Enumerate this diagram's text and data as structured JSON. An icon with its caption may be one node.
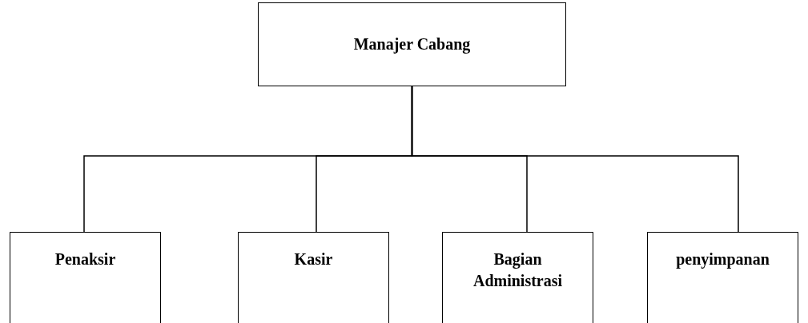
{
  "diagram": {
    "nodes": [
      {
        "text": [
          "Manajer Cabang"
        ]
      },
      {
        "text": [
          "Penaksir"
        ]
      },
      {
        "text": [
          "Kasir"
        ]
      },
      {
        "text": [
          "Bagian Administrasi"
        ]
      },
      {
        "text": [
          "penyimpanan"
        ]
      }
    ],
    "edges": [
      {
        "from": 0,
        "to": 1,
        "arrow": "none"
      },
      {
        "from": 0,
        "to": 2,
        "arrow": "none"
      },
      {
        "from": 0,
        "to": 3,
        "arrow": "none"
      },
      {
        "from": 0,
        "to": 4,
        "arrow": "none"
      }
    ]
  }
}
